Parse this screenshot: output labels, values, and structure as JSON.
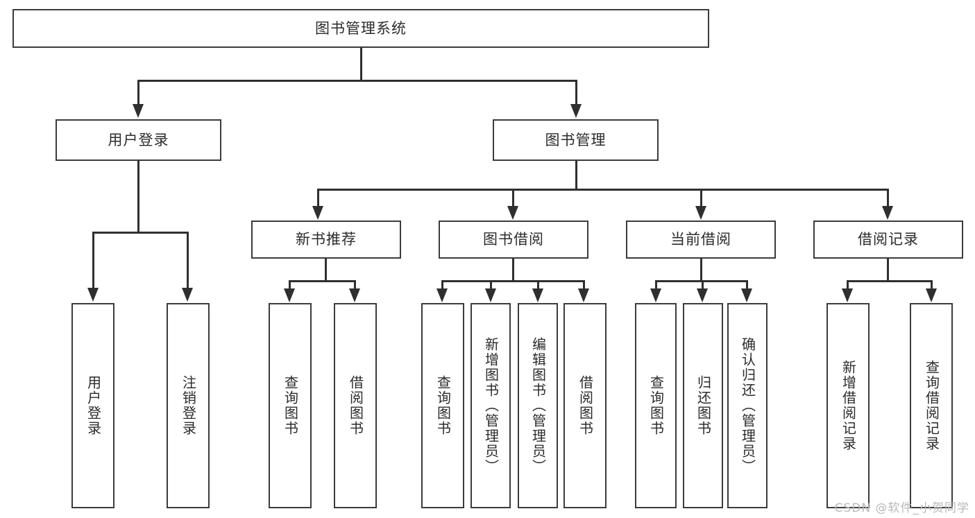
{
  "diagram": {
    "title": "图书管理系统",
    "type": "tree",
    "root": {
      "id": "root",
      "label": "图书管理系统"
    },
    "level2": [
      {
        "id": "user-login",
        "label": "用户登录"
      },
      {
        "id": "book-manage",
        "label": "图书管理"
      }
    ],
    "level3": [
      {
        "id": "new-book-rec",
        "label": "新书推荐",
        "parent": "book-manage"
      },
      {
        "id": "book-borrow",
        "label": "图书借阅",
        "parent": "book-manage"
      },
      {
        "id": "current-borrow",
        "label": "当前借阅",
        "parent": "book-manage"
      },
      {
        "id": "borrow-record",
        "label": "借阅记录",
        "parent": "book-manage"
      }
    ],
    "leaves": {
      "user_login": [
        {
          "id": "leaf-user-login",
          "label": "用户登录"
        },
        {
          "id": "leaf-logout",
          "label": "注销登录"
        }
      ],
      "new_book_rec": [
        {
          "id": "leaf-query-book-1",
          "label": "查询图书"
        },
        {
          "id": "leaf-borrow-book-1",
          "label": "借阅图书"
        }
      ],
      "book_borrow": [
        {
          "id": "leaf-query-book-2",
          "label": "查询图书"
        },
        {
          "id": "leaf-add-book",
          "label": "新增图书（管理员）"
        },
        {
          "id": "leaf-edit-book",
          "label": "编辑图书（管理员）"
        },
        {
          "id": "leaf-borrow-book-2",
          "label": "借阅图书"
        }
      ],
      "current_borrow": [
        {
          "id": "leaf-query-book-3",
          "label": "查询图书"
        },
        {
          "id": "leaf-return-book",
          "label": "归还图书"
        },
        {
          "id": "leaf-confirm-return",
          "label": "确认归还（管理员）"
        }
      ],
      "borrow_record": [
        {
          "id": "leaf-add-record",
          "label": "新增借阅记录"
        },
        {
          "id": "leaf-query-record",
          "label": "查询借阅记录"
        }
      ]
    }
  },
  "watermark": {
    "text": "CSDN @软件_小贺同学"
  },
  "colors": {
    "box_border": "#3b3b3b",
    "connector": "#2f2f2f",
    "text": "#2b2b2b",
    "background": "#ffffff",
    "watermark": "#b9b9b9"
  }
}
